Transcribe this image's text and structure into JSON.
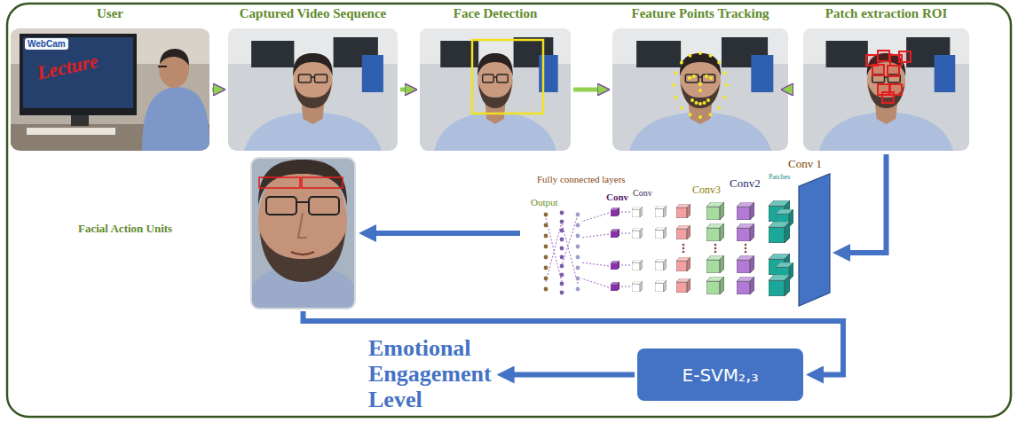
{
  "diagram": {
    "nodes": [
      {
        "text": [
          "User"
        ]
      },
      {
        "text": [
          "Captured Video Sequence"
        ]
      },
      {
        "text": [
          "Face Detection"
        ]
      },
      {
        "text": [
          "Feature Points Tracking"
        ]
      },
      {
        "text": [
          "Patch extraction ROI"
        ]
      },
      {
        "text": [
          "Conv 1",
          "Patches",
          "Conv2",
          "Conv3",
          "Conv",
          "Conv",
          "Output",
          "Fully connected layers"
        ]
      },
      {
        "text": [
          "Facial Action Units"
        ]
      },
      {
        "text": [
          "E-SVM₂,₃"
        ]
      },
      {
        "text": [
          "Emotional Engagement Level"
        ]
      }
    ],
    "edges": [
      {
        "from": 0,
        "to": 1,
        "arrow": "to"
      },
      {
        "from": 1,
        "to": 2,
        "arrow": "to"
      },
      {
        "from": 2,
        "to": 3,
        "arrow": "to"
      },
      {
        "from": 3,
        "to": 4,
        "arrow": "to"
      },
      {
        "from": 4,
        "to": 5,
        "arrow": "to"
      },
      {
        "from": 5,
        "to": 6,
        "arrow": "to"
      },
      {
        "from": 6,
        "to": 7,
        "arrow": "to"
      },
      {
        "from": 7,
        "to": 8,
        "arrow": "to"
      }
    ],
    "labels": [
      "WebCam",
      "Lecture"
    ]
  }
}
